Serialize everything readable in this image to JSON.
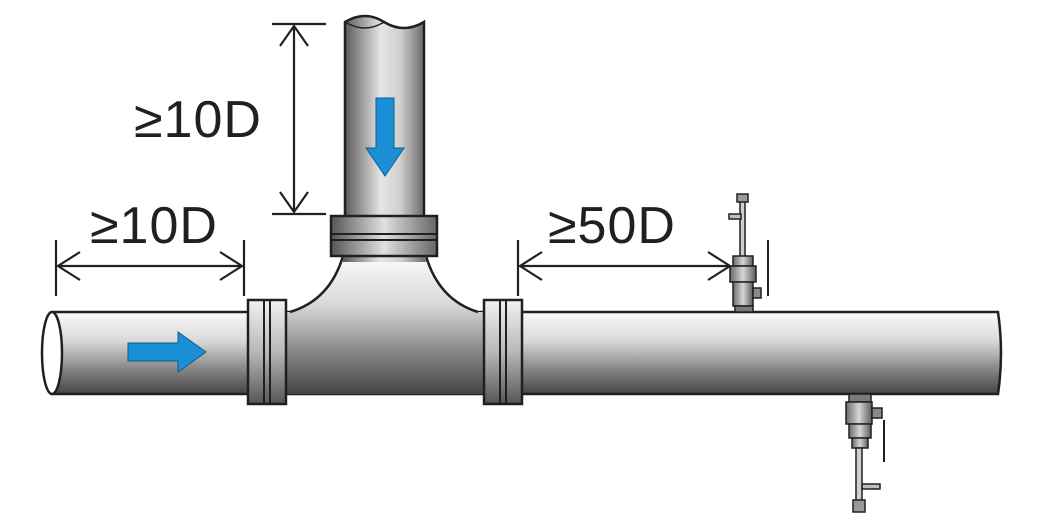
{
  "diagram": {
    "labels": {
      "vertical_branch": "≥10D",
      "upstream": "≥10D",
      "downstream": "≥50D"
    },
    "icons": [
      "flow-arrow-icon",
      "flow-arrow-icon",
      "probe-valve-icon",
      "probe-valve-icon"
    ],
    "colors": {
      "arrow": "#1a8fd6",
      "outline": "#231f20",
      "pipe_light": "#eeeeee",
      "pipe_dark": "#4a4a4a"
    }
  }
}
